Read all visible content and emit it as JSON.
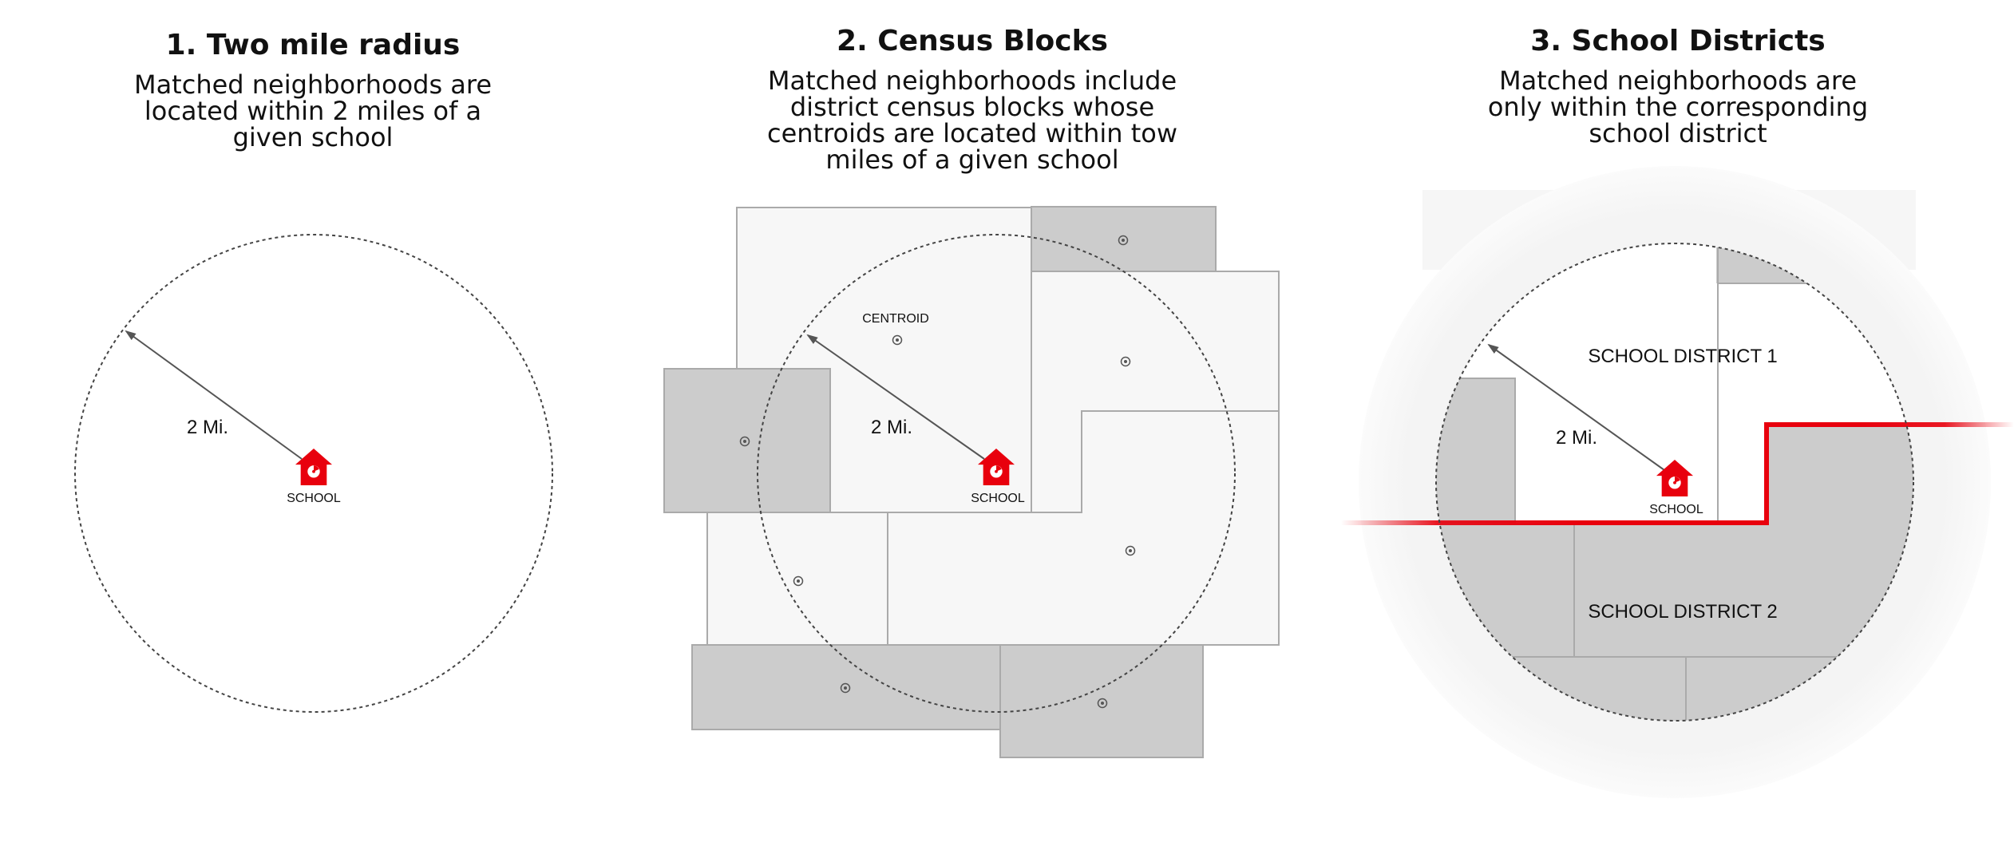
{
  "panels": [
    {
      "title": "1. Two mile radius",
      "description": "Matched neighborhoods are\nlocated within 2 miles of a\ngiven school",
      "radius_label": "2 Mi.",
      "school_label": "SCHOOL"
    },
    {
      "title": "2. Census Blocks",
      "description": "Matched neighborhoods include\ndistrict census blocks whose\ncentroids are located within tow\nmiles of a given school",
      "radius_label": "2 Mi.",
      "school_label": "SCHOOL",
      "centroid_label": "CENTROID"
    },
    {
      "title": "3. School Districts",
      "description": "Matched neighborhoods are\nonly within the corresponding\nschool district",
      "radius_label": "2 Mi.",
      "school_label": "SCHOOL",
      "district_1_label": "SCHOOL DISTRICT 1",
      "district_2_label": "SCHOOL DISTRICT 2"
    }
  ],
  "colors": {
    "school_marker": "#e8000d",
    "district_boundary": "#e8000d",
    "included_block": "#cccccc",
    "excluded_block": "#f7f7f7",
    "radius_circle": "#444444"
  }
}
